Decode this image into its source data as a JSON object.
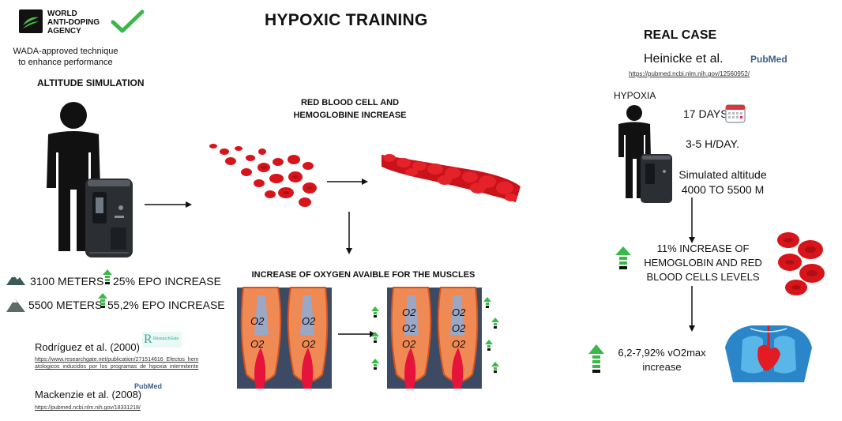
{
  "title": "HYPOXIC TRAINING",
  "wada": {
    "logo_lines": [
      "WORLD",
      "ANTI-DOPING",
      "AGENCY"
    ],
    "note_line1": "WADA-approved technique",
    "note_line2": "to enhance performance"
  },
  "left": {
    "heading": "ALTITUDE SIMULATION",
    "stats": [
      {
        "altitude": "3100 METERS",
        "effect": "25% EPO INCREASE"
      },
      {
        "altitude": "5500 METERS",
        "effect": "55,2% EPO INCREASE"
      }
    ],
    "refs": [
      {
        "author": "Rodríguez et al. (2000)",
        "logo": "ResearchGate",
        "url_line1": "https://www.researchgate.net/publication/271514616_Efectos_hem",
        "url_line2": "atologicos_inducidos_por_los_programas_de_hipoxia_intermitente"
      },
      {
        "author": "Mackenzie et al. (2008)",
        "logo": "PubMed",
        "url_line1": "https://pubmed.ncbi.nlm.nih.gov/18331218/"
      }
    ]
  },
  "middle": {
    "rbc_line1": "RED BLOOD CELL AND",
    "rbc_line2": "HEMOGLOBINE  INCREASE",
    "oxygen_heading": "INCREASE OF OXYGEN AVAIBLE FOR THE MUSCLES",
    "o2_label": "O2"
  },
  "right": {
    "heading": "REAL CASE",
    "author": "Heinicke et al.",
    "logo": "PubMed",
    "url": "https://pubmed.ncbi.nlm.nih.gov/12560952/",
    "hypoxia": "HYPOXIA",
    "days": "17 DAYS",
    "hours": "3-5 H/DAY.",
    "alt_line1": "Simulated altitude",
    "alt_line2": "4000 TO 5500 M",
    "hb_line1": "11% INCREASE OF",
    "hb_line2": "HEMOGLOBIN AND RED",
    "hb_line3": "BLOOD CELLS LEVELS",
    "vo2_line1": "6,2-7,92% vO2max",
    "vo2_line2": "increase"
  },
  "colors": {
    "accent_green": "#3bb84a",
    "blood_red": "#d8141b",
    "muscle_orange": "#f08a55",
    "dark": "#111111"
  }
}
